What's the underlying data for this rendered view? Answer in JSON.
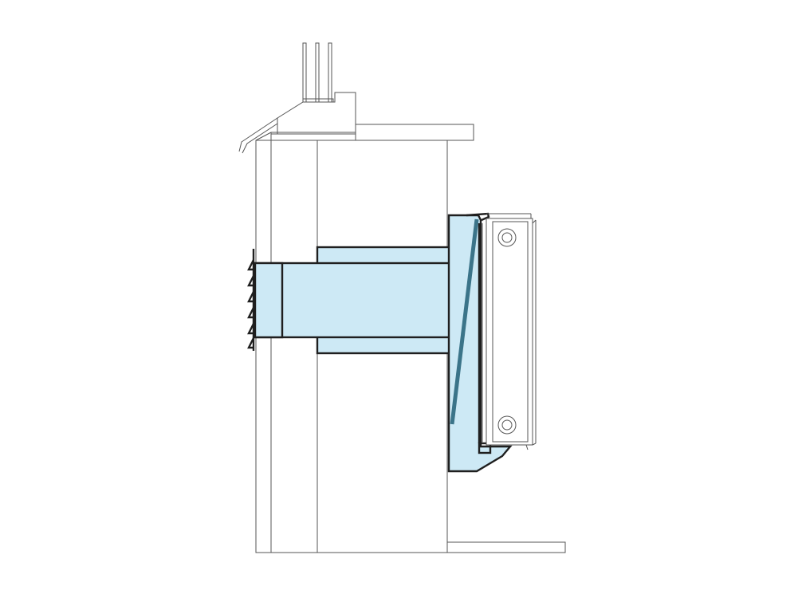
{
  "colors": {
    "background": "#ffffff",
    "line": "#555555",
    "outline": "#1f1f1f",
    "duct_fill": "#cde9f5",
    "filter": "#3b7489"
  },
  "diagram": {
    "type": "section-drawing",
    "components": [
      "window-sill-and-frame",
      "wall-section",
      "external-louvre-grille",
      "air-duct-through-wall",
      "internal-unit-casing",
      "diagonal-filter",
      "radiator-panel",
      "floor-and-skirting"
    ]
  }
}
